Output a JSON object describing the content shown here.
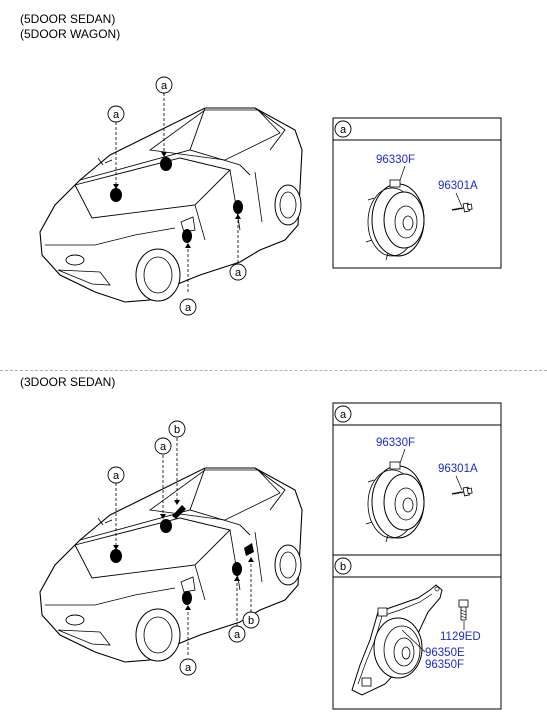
{
  "section_5door": {
    "variant_lines": [
      "(5DOOR SEDAN)",
      "(5DOOR WAGON)"
    ],
    "callout_letter": "a",
    "detail_a": {
      "letter": "a",
      "parts": [
        {
          "number": "96330F",
          "name": "front-speaker"
        },
        {
          "number": "96301A",
          "name": "screw"
        }
      ]
    }
  },
  "section_3door": {
    "variant_line": "(3DOOR SEDAN)",
    "callout_a": "a",
    "callout_b": "b",
    "detail_a": {
      "letter": "a",
      "parts": [
        {
          "number": "96330F",
          "name": "front-speaker"
        },
        {
          "number": "96301A",
          "name": "screw"
        }
      ]
    },
    "detail_b": {
      "letter": "b",
      "parts": [
        {
          "number": "1129ED",
          "name": "bolt"
        },
        {
          "number": "96350E",
          "name": "rear-speaker"
        },
        {
          "number": "96350F",
          "name": "rear-speaker-alt"
        }
      ]
    }
  },
  "colors": {
    "part_number": "#1a2bd6",
    "line": "#000000",
    "divider": "#b0b0b0"
  }
}
